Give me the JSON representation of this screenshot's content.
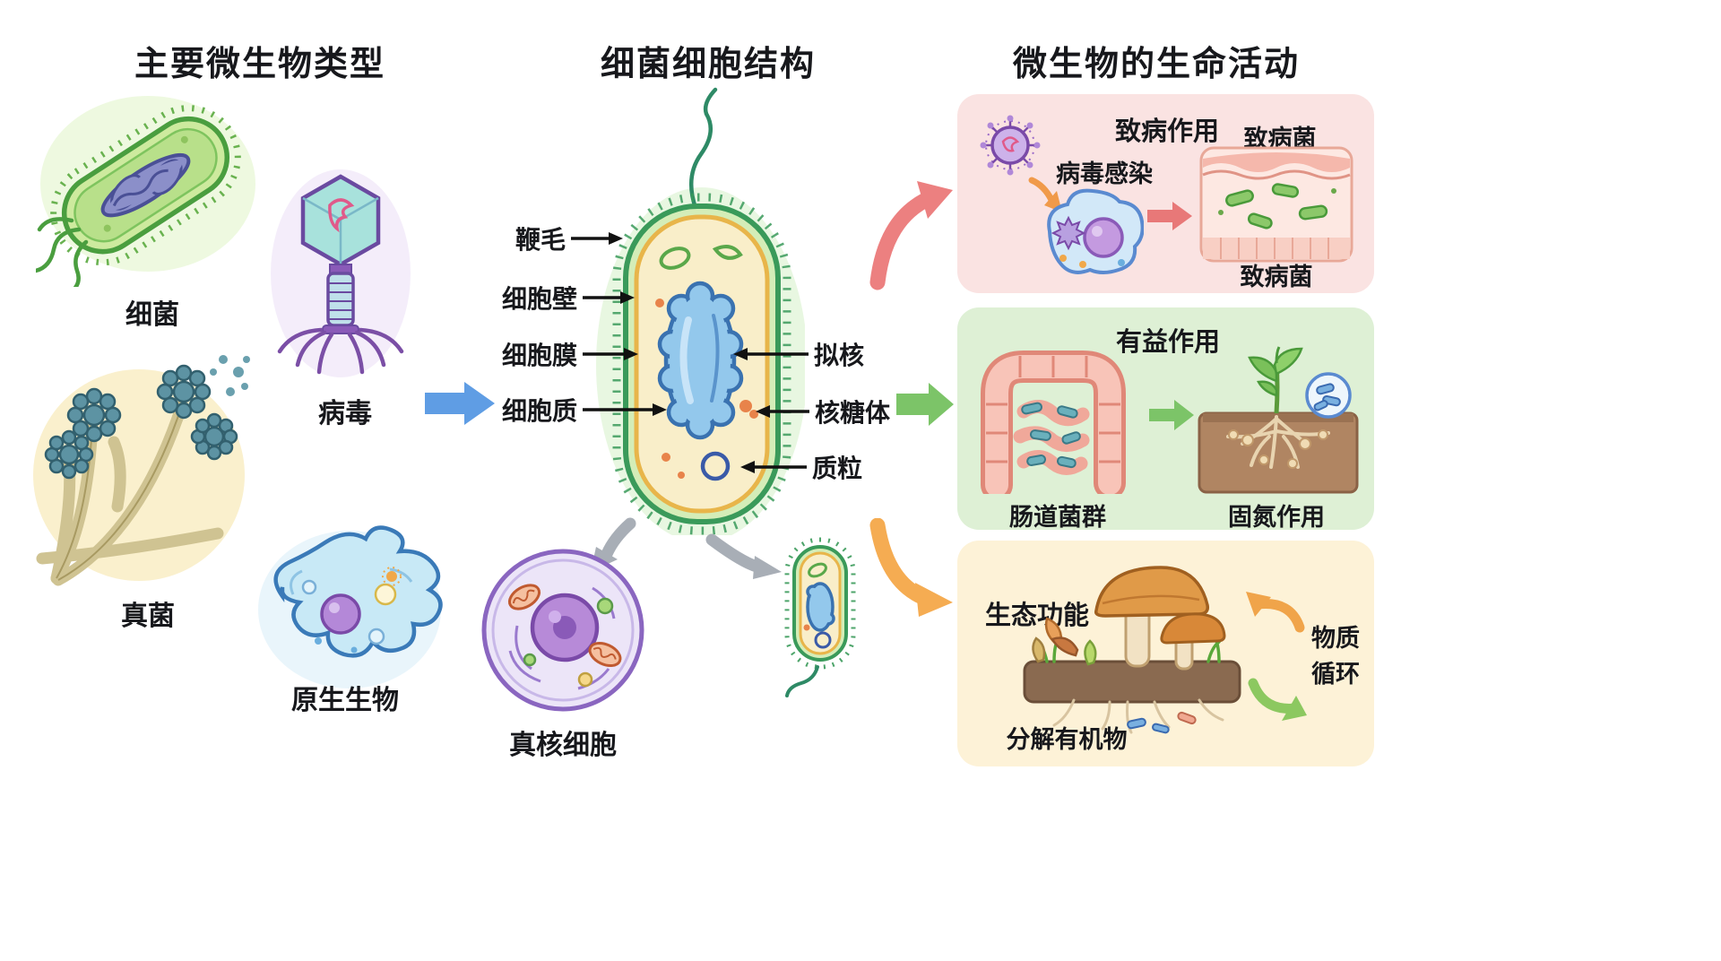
{
  "headers": {
    "types": "主要微生物类型",
    "structure": "细菌细胞结构",
    "activities": "微生物的生命活动"
  },
  "microbes": {
    "bacteria": "细菌",
    "virus": "病毒",
    "fungi": "真菌",
    "protist": "原生生物"
  },
  "cell": {
    "flagellum": "鞭毛",
    "wall": "细胞壁",
    "membrane": "细胞膜",
    "cytoplasm": "细胞质",
    "nucleoid": "拟核",
    "ribosome": "核糖体",
    "plasmid": "质粒",
    "eukaryote": "真核细胞"
  },
  "pathogenic": {
    "title": "致病作用",
    "viral_infection": "病毒感染",
    "pathogen_top": "致病菌",
    "pathogen_bottom": "致病菌"
  },
  "beneficial": {
    "title": "有益作用",
    "gut_flora": "肠道菌群",
    "nitrogen_fixation": "固氮作用"
  },
  "ecological": {
    "title": "生态功能",
    "decompose": "分解有机物",
    "cycle_line1": "物质",
    "cycle_line2": "循环"
  },
  "colors": {
    "panel_pathogenic_bg": "#fae3e2",
    "panel_beneficial_bg": "#def0d5",
    "panel_ecological_bg": "#fdf2d7",
    "arrow_blue": "#5f9de4",
    "arrow_red": "#ec8080",
    "arrow_green": "#7cc468",
    "arrow_orange": "#f5ac52",
    "bacteria_green": "#4a9e3f",
    "virus_purple": "#7b4fa6",
    "nucleoid_blue": "#93c8ec"
  }
}
